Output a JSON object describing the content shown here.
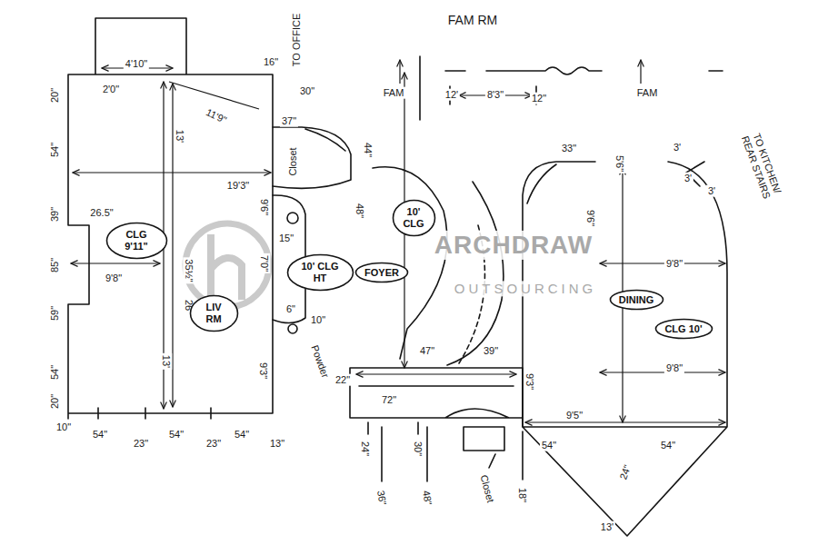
{
  "diagram": {
    "nodes": [
      {
        "text": [
          "CLG 9'11\""
        ]
      },
      {
        "text": [
          "LIV RM"
        ]
      },
      {
        "text": [
          "10' CLG HT"
        ]
      },
      {
        "text": [
          "FOYER"
        ]
      },
      {
        "text": [
          "10' CLG"
        ]
      },
      {
        "text": [
          "DINING"
        ]
      },
      {
        "text": [
          "CLG 10'"
        ]
      }
    ],
    "labels": [
      "FAM RM",
      "TO OFFICE",
      "4'10\"",
      "2'0\"",
      "16\"",
      "30\"",
      "11'9\"",
      "13'",
      "20\"",
      "54\"",
      "19'3\"",
      "39\"",
      "26.5\"",
      "85\"",
      "59\"",
      "9'8\"",
      "35½\"",
      "26\"",
      "9'6\"",
      "7'0\"",
      "13'",
      "9'3\"",
      "54\"",
      "20\"",
      "10\"",
      "54\"",
      "23\"",
      "54\"",
      "23\"",
      "54\"",
      "13\"",
      "37\"",
      "Closet",
      "44\"",
      "48\"",
      "FAM",
      "12'",
      "8'3\"",
      "12\"",
      "FAM",
      "33\"",
      "5'6\"",
      "3'",
      "3'",
      "3'",
      "TO KITCHEN/ REAR STAIRS",
      "9'6\"",
      "9'8\"",
      "9'8\"",
      "9'3\"",
      "9'5\"",
      "54\"",
      "24\"",
      "54\"",
      "13'",
      "Powder",
      "22\"",
      "72\"",
      "47\"",
      "39\"",
      "24\"",
      "30\"",
      "36\"",
      "48\"",
      "Closet",
      "18\"",
      "6\"",
      "15\"",
      "10\"",
      "ARCHDRAW",
      "OUTSOURCING"
    ]
  }
}
